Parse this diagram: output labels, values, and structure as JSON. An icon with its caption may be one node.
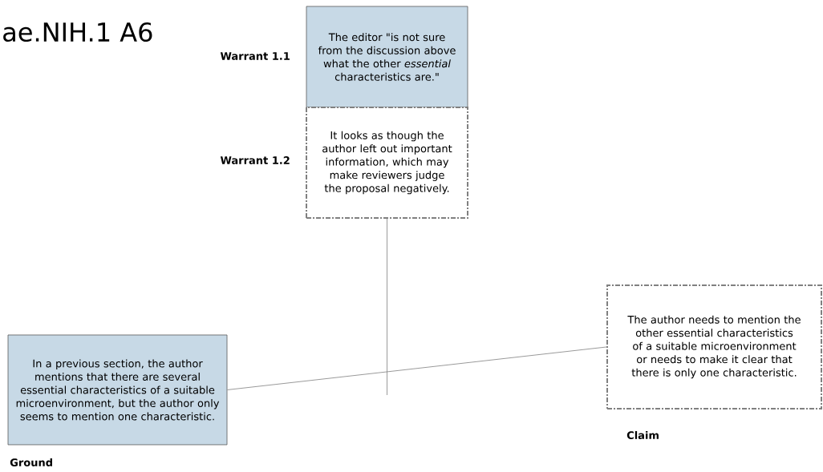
{
  "diagram": {
    "title": "ae.NIH.1 A6",
    "nodes": [
      {
        "text": [
          "The editor \"is not sure from the discussion above what the other *essential* characteristics are.\""
        ],
        "beside": [
          "Warrant 1.1"
        ]
      },
      {
        "text": [
          "It looks as though the author left out important information, which may make reviewers judge the proposal negatively."
        ],
        "beside": [
          "Warrant 1.2"
        ]
      },
      {
        "text": [
          "In a previous section, the author mentions that there are several essential characteristics of a suitable microenvironment, but the author only seems to mention one characteristic."
        ],
        "beside": [
          "Ground"
        ]
      },
      {
        "text": [
          "The author needs to mention the other essential characteristics of a suitable microenvironment or needs to make it clear that there is only one characteristic."
        ],
        "beside": [
          "Claim"
        ]
      }
    ],
    "edges": [
      {
        "from": 2,
        "to": 3,
        "arrow": "none"
      },
      {
        "from": 1,
        "to": null,
        "arrow": "none"
      }
    ]
  }
}
